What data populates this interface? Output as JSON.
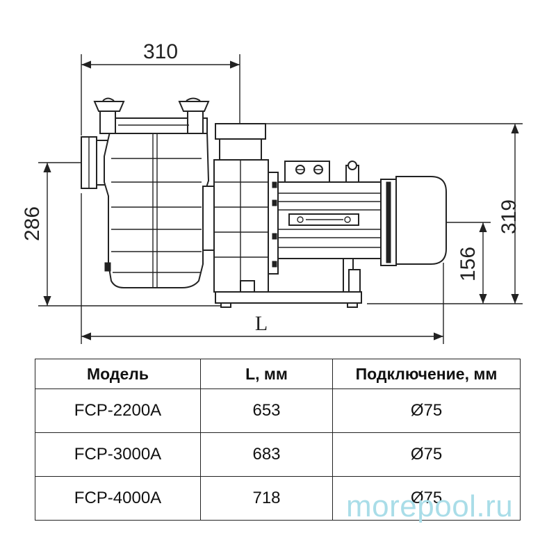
{
  "drawing": {
    "dimensions": {
      "overall_width_top": "310",
      "height_left": "286",
      "height_right": "319",
      "shaft_height": "156",
      "length_label": "L"
    }
  },
  "table": {
    "headers": [
      "Модель",
      "L, мм",
      "Подключение, мм"
    ],
    "rows": [
      [
        "FCP-2200A",
        "653",
        "Ø75"
      ],
      [
        "FCP-3000A",
        "683",
        "Ø75"
      ],
      [
        "FCP-4000A",
        "718",
        "Ø75"
      ]
    ]
  },
  "watermark": "morepool.ru"
}
